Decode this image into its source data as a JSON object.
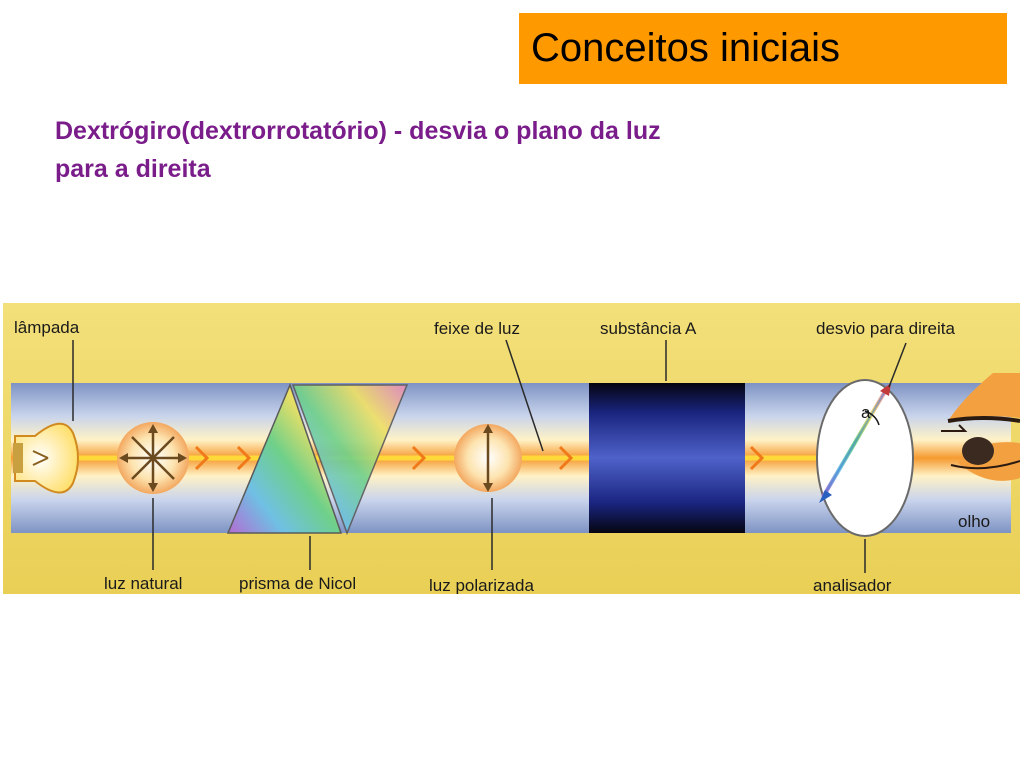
{
  "slide": {
    "title": "Conceitos iniciais",
    "subtitle_line1": "Dextrógiro(dextrorrotatório) - desvia o plano da luz",
    "subtitle_line2": "para a direita"
  },
  "diagram": {
    "labels": {
      "lamp": "lâmpada",
      "natural_light": "luz natural",
      "nicol_prism": "prisma de Nicol",
      "light_beam": "feixe de luz",
      "polarized_light": "luz polarizada",
      "substance": "substância A",
      "deviation": "desvio para direita",
      "analyzer": "analisador",
      "eye": "olho",
      "angle": "a"
    },
    "colors": {
      "title_bg": "#ff9900",
      "subtitle_text": "#7a1d8a",
      "panel_bg": "#f0d860",
      "beam": "#f59a30",
      "tube": "#9fb4d8",
      "substance_box": "#1a2580"
    }
  }
}
